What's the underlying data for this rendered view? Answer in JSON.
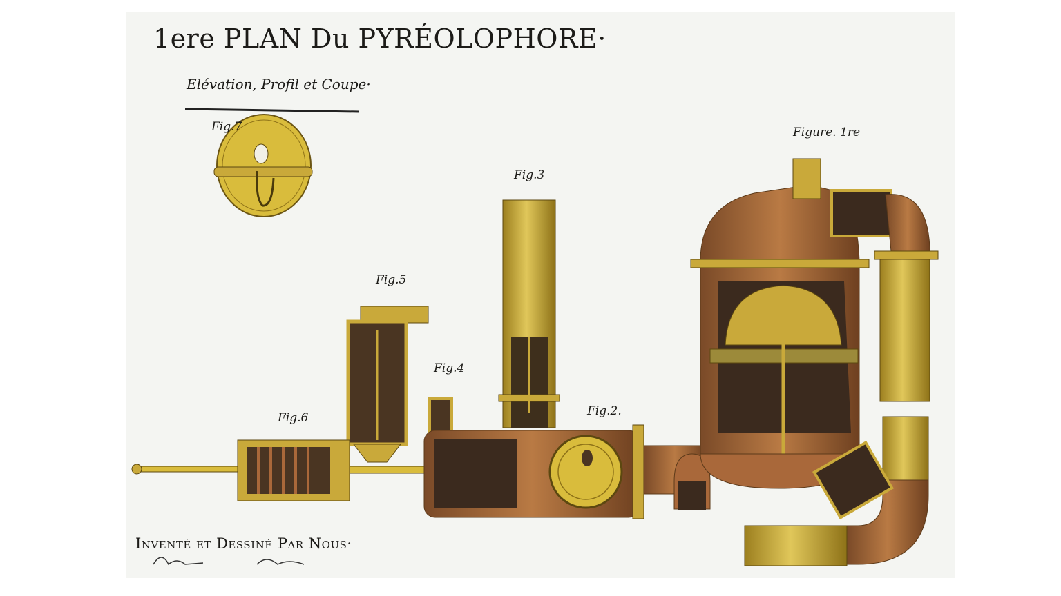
{
  "plate": {
    "title": "1ere PLAN Du PYRÉOLOPHORE·",
    "subtitle": "Elévation, Profil et Coupe·",
    "credit": "Inventé et Dessiné Par Nous·",
    "figure_labels": {
      "fig7": "Fig.7",
      "fig3": "Fig.3",
      "fig5": "Fig.5",
      "fig4": "Fig.4",
      "fig6": "Fig.6",
      "fig2": "Fig.2.",
      "fig1": "Figure. 1re"
    },
    "signatures": [
      "signature-left",
      "signature-right"
    ]
  },
  "colors": {
    "brass": "#c9a93a",
    "brass_light": "#e0c75a",
    "copper": "#a9683a",
    "dark_interior": "#3b2a1e",
    "paper": "#f4f5f2"
  }
}
